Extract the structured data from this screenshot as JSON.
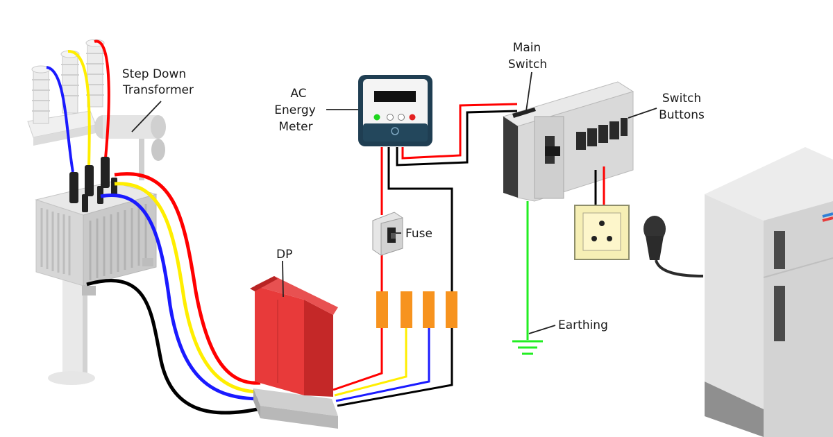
{
  "labels": {
    "transformer": [
      "Step Down",
      "Transformer"
    ],
    "meter": [
      "AC",
      "Energy",
      "Meter"
    ],
    "main_switch": [
      "Main",
      "Switch"
    ],
    "switch_buttons": [
      "Switch",
      "Buttons"
    ],
    "fuse": "Fuse",
    "dp": "DP",
    "earthing": "Earthing"
  },
  "colors": {
    "phase_red": "#ff0000",
    "phase_yellow": "#ffee00",
    "phase_blue": "#1a1aff",
    "neutral_black": "#000000",
    "earth_green": "#22ee22",
    "dp_red": "#e83a3a",
    "fuse_orange": "#f7931e",
    "meter_navy": "#1f3e52"
  }
}
